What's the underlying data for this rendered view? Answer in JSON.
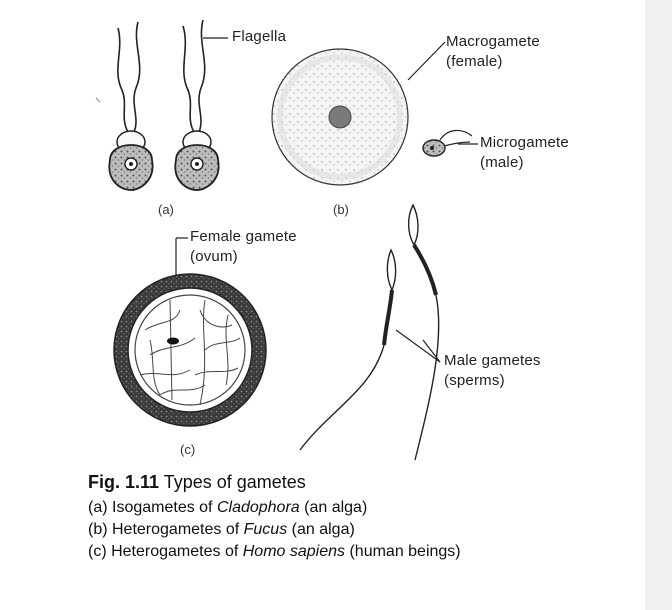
{
  "labels": {
    "flagella": "Flagella",
    "macrogamete": "Macrogamete",
    "macrogamete_sex": "(female)",
    "microgamete": "Microgamete",
    "microgamete_sex": "(male)",
    "female_gamete": "Female gamete",
    "female_gamete_alt": "(ovum)",
    "male_gametes": "Male gametes",
    "male_gametes_alt": "(sperms)"
  },
  "panel_labels": {
    "a": "(a)",
    "b": "(b)",
    "c": "(c)"
  },
  "caption": {
    "fig_number": "Fig. 1.11",
    "title": "Types of gametes",
    "lines": [
      {
        "prefix": "(a) Isogametes of ",
        "italic": "Cladophora",
        "suffix": " (an alga)"
      },
      {
        "prefix": "(b) Heterogametes of ",
        "italic": "Fucus",
        "suffix": " (an alga)"
      },
      {
        "prefix": "(c) Heterogametes of ",
        "italic": "Homo sapiens",
        "suffix": " (human beings)"
      }
    ]
  }
}
